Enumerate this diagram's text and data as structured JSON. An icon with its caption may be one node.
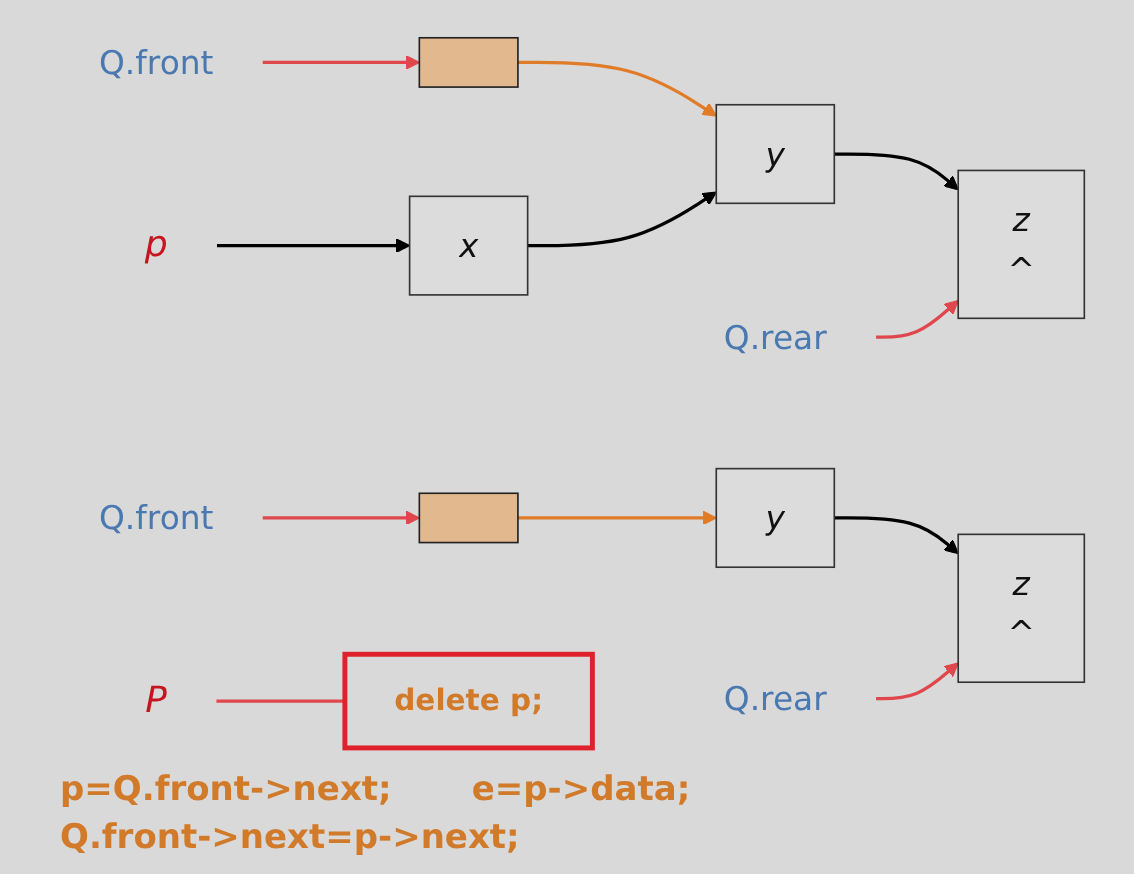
{
  "diagram": {
    "nodes": [
      {
        "text": [
          "Q.front"
        ]
      },
      {
        "text": [],
        "shape": "box"
      },
      {
        "text": [
          "x"
        ]
      },
      {
        "text": [
          "y"
        ]
      },
      {
        "text": [
          "z",
          "^"
        ]
      },
      {
        "text": [
          "Q.rear"
        ]
      },
      {
        "text": [
          "p"
        ]
      },
      {
        "text": [
          "Q.front"
        ]
      },
      {
        "text": [],
        "shape": "box"
      },
      {
        "text": [
          "y"
        ]
      },
      {
        "text": [
          "z",
          "^"
        ]
      },
      {
        "text": [
          "Q.rear"
        ]
      },
      {
        "text": [
          "P"
        ]
      },
      {
        "text": [
          "delete p;"
        ]
      }
    ],
    "edges": [
      {
        "from": 0,
        "to": 1,
        "arrow": "to"
      },
      {
        "from": 1,
        "to": 3,
        "arrow": "to",
        "color": "#e07b28"
      },
      {
        "from": 2,
        "to": 3,
        "arrow": "to",
        "color": "#000000"
      },
      {
        "from": 3,
        "to": 4,
        "arrow": "to",
        "color": "#000000"
      },
      {
        "from": 5,
        "to": 4,
        "arrow": "to"
      },
      {
        "from": 6,
        "to": 2,
        "arrow": "to",
        "color": "#000000"
      },
      {
        "from": 7,
        "to": 8,
        "arrow": "to"
      },
      {
        "from": 8,
        "to": 9,
        "arrow": "to",
        "color": "#e07b28"
      },
      {
        "from": 9,
        "to": 10,
        "arrow": "to",
        "color": "#000000"
      },
      {
        "from": 11,
        "to": 10,
        "arrow": "to"
      },
      {
        "from": 12,
        "to": 13,
        "arrow": "none"
      }
    ],
    "labels": [
      "p=Q.front->next;",
      "e=p->data;",
      "Q.front->next=p->next;"
    ]
  }
}
